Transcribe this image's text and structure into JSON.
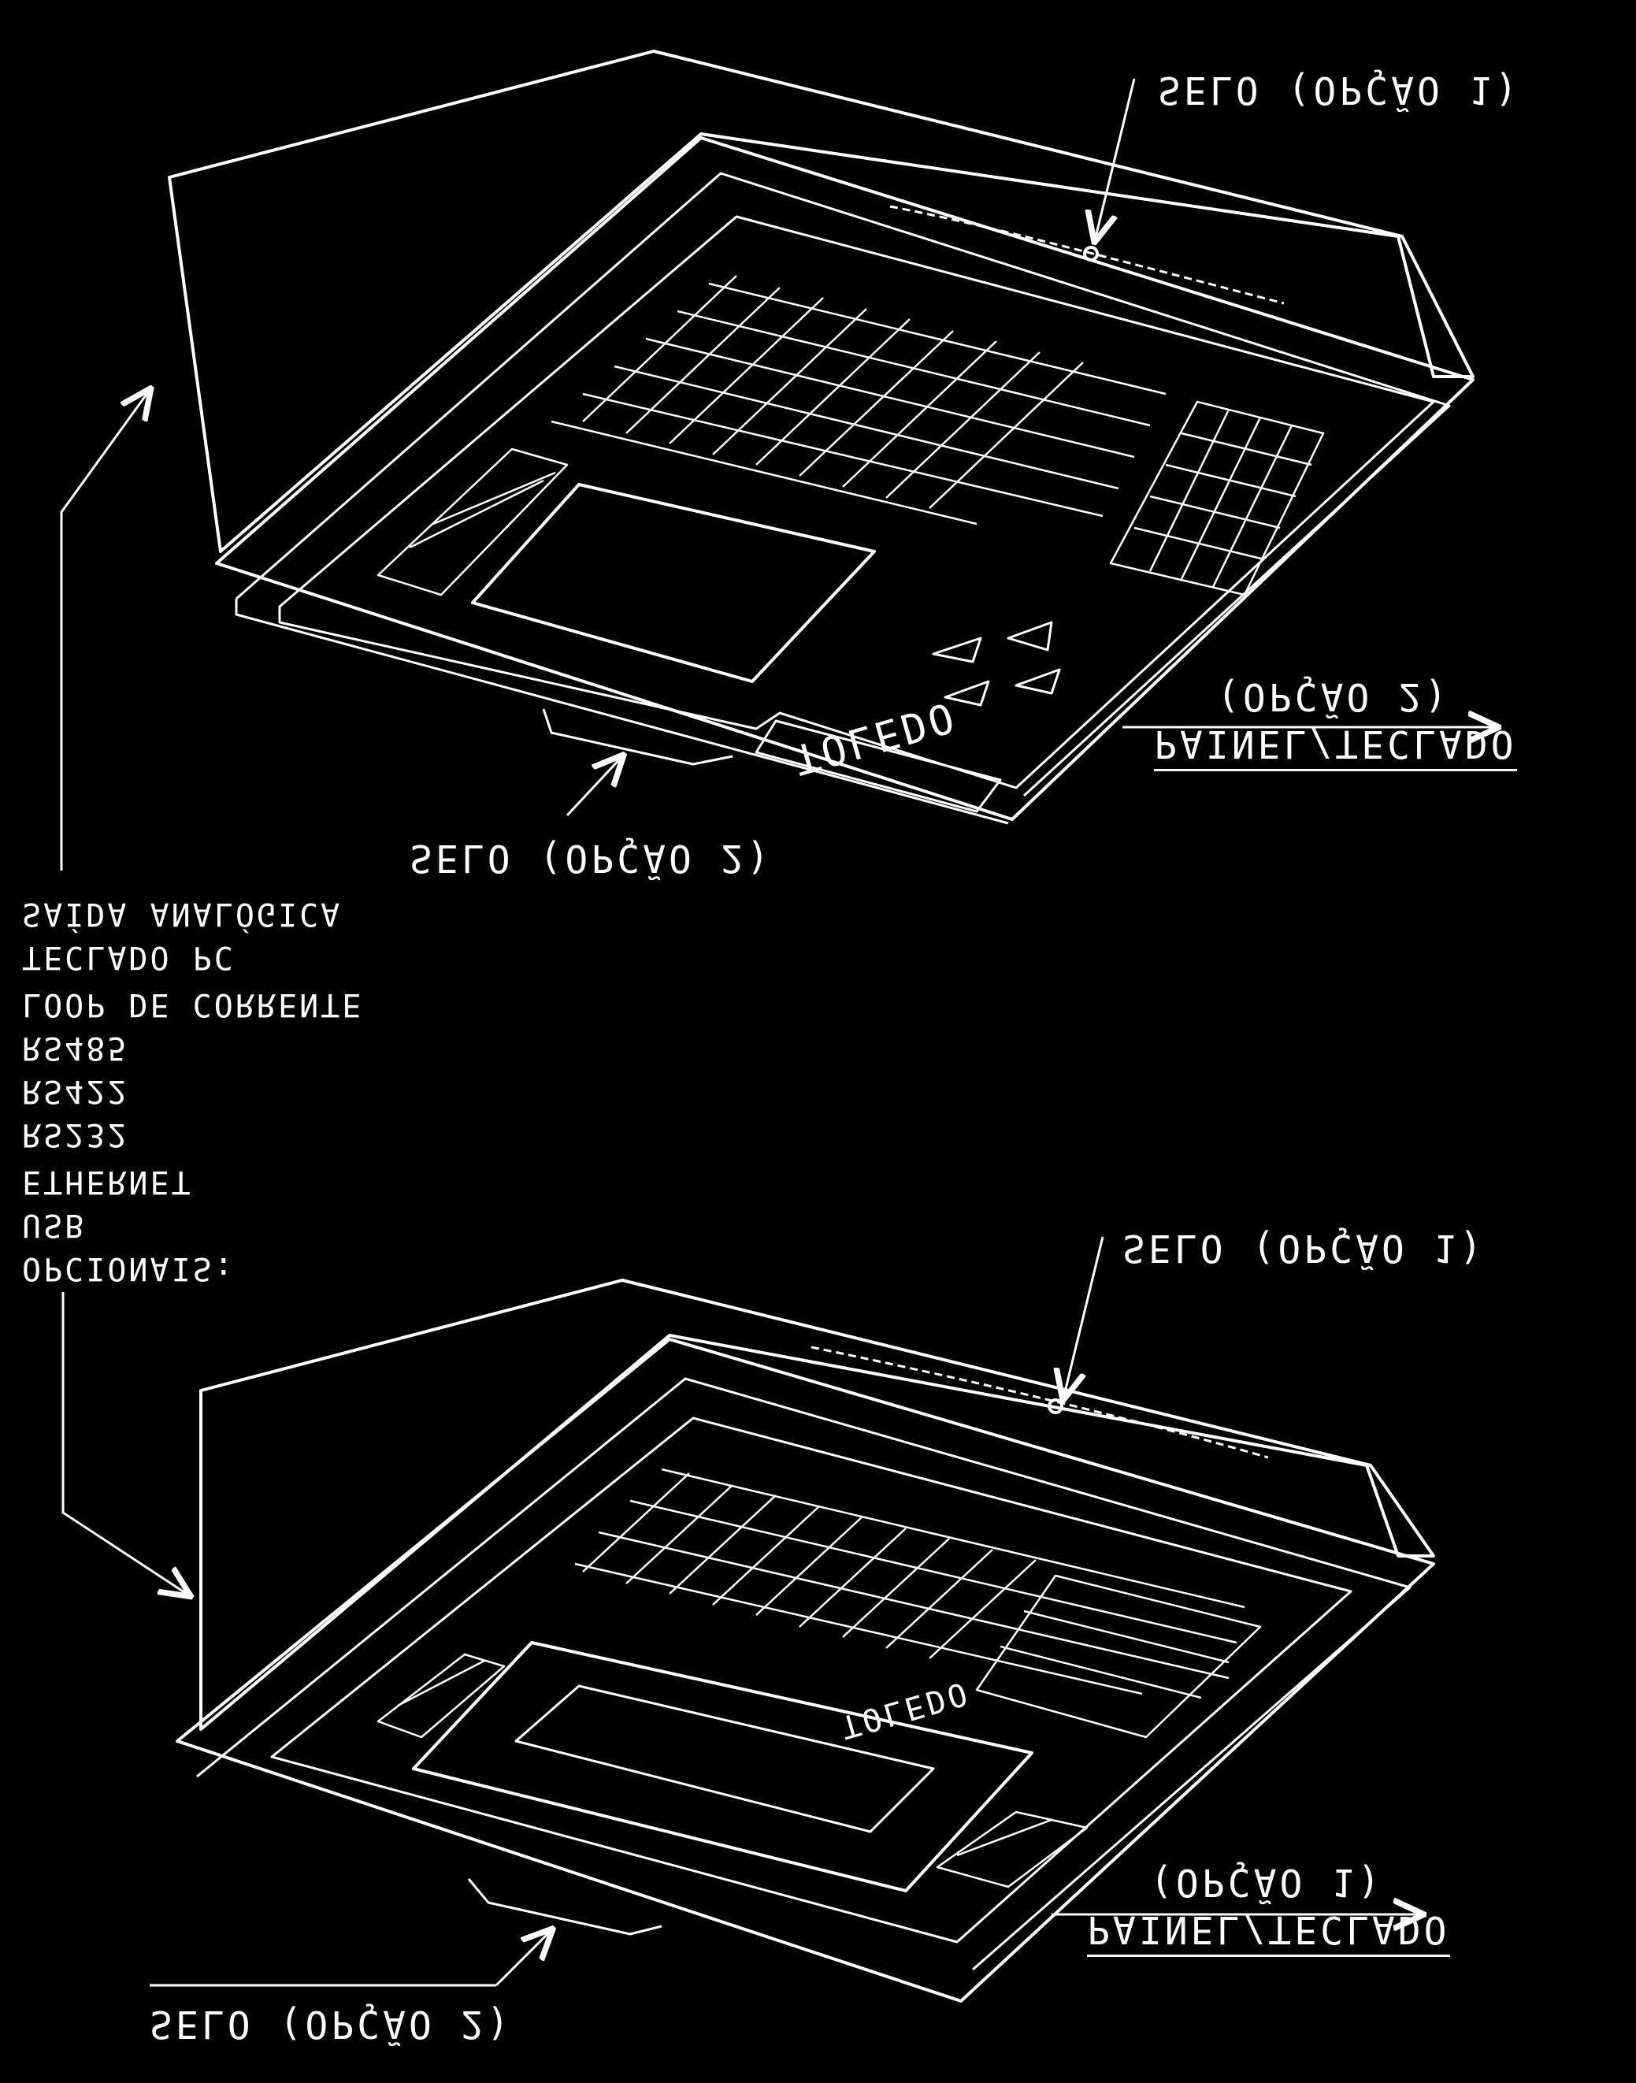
{
  "top_device": {
    "seal_option1": "SELO (OPÇÃO 1)",
    "seal_option2": "SELO (OPÇÃO 2)",
    "panel_title": "PAINEL/TECLADO",
    "panel_option": "(OPÇÃO 2)",
    "brand": "TOLEDO"
  },
  "bottom_device": {
    "seal_option1": "SELO (OPÇÃO 1)",
    "seal_option2": "SELO (OPÇÃO 2)",
    "panel_title": "PAINEL/TECLADO",
    "panel_option": "(OPÇÃO 1)",
    "brand": "TOLEDO"
  },
  "options": {
    "heading": "OPCIONAIS:",
    "items": [
      "USB",
      "ETHERNET",
      "RS232",
      "RS422",
      "RS485",
      "LOOP DE CORRENTE",
      "TECLADO PC",
      "SAÍDA ANALÓGICA"
    ]
  },
  "colors": {
    "background": "#000000",
    "line": "#ffffff"
  }
}
